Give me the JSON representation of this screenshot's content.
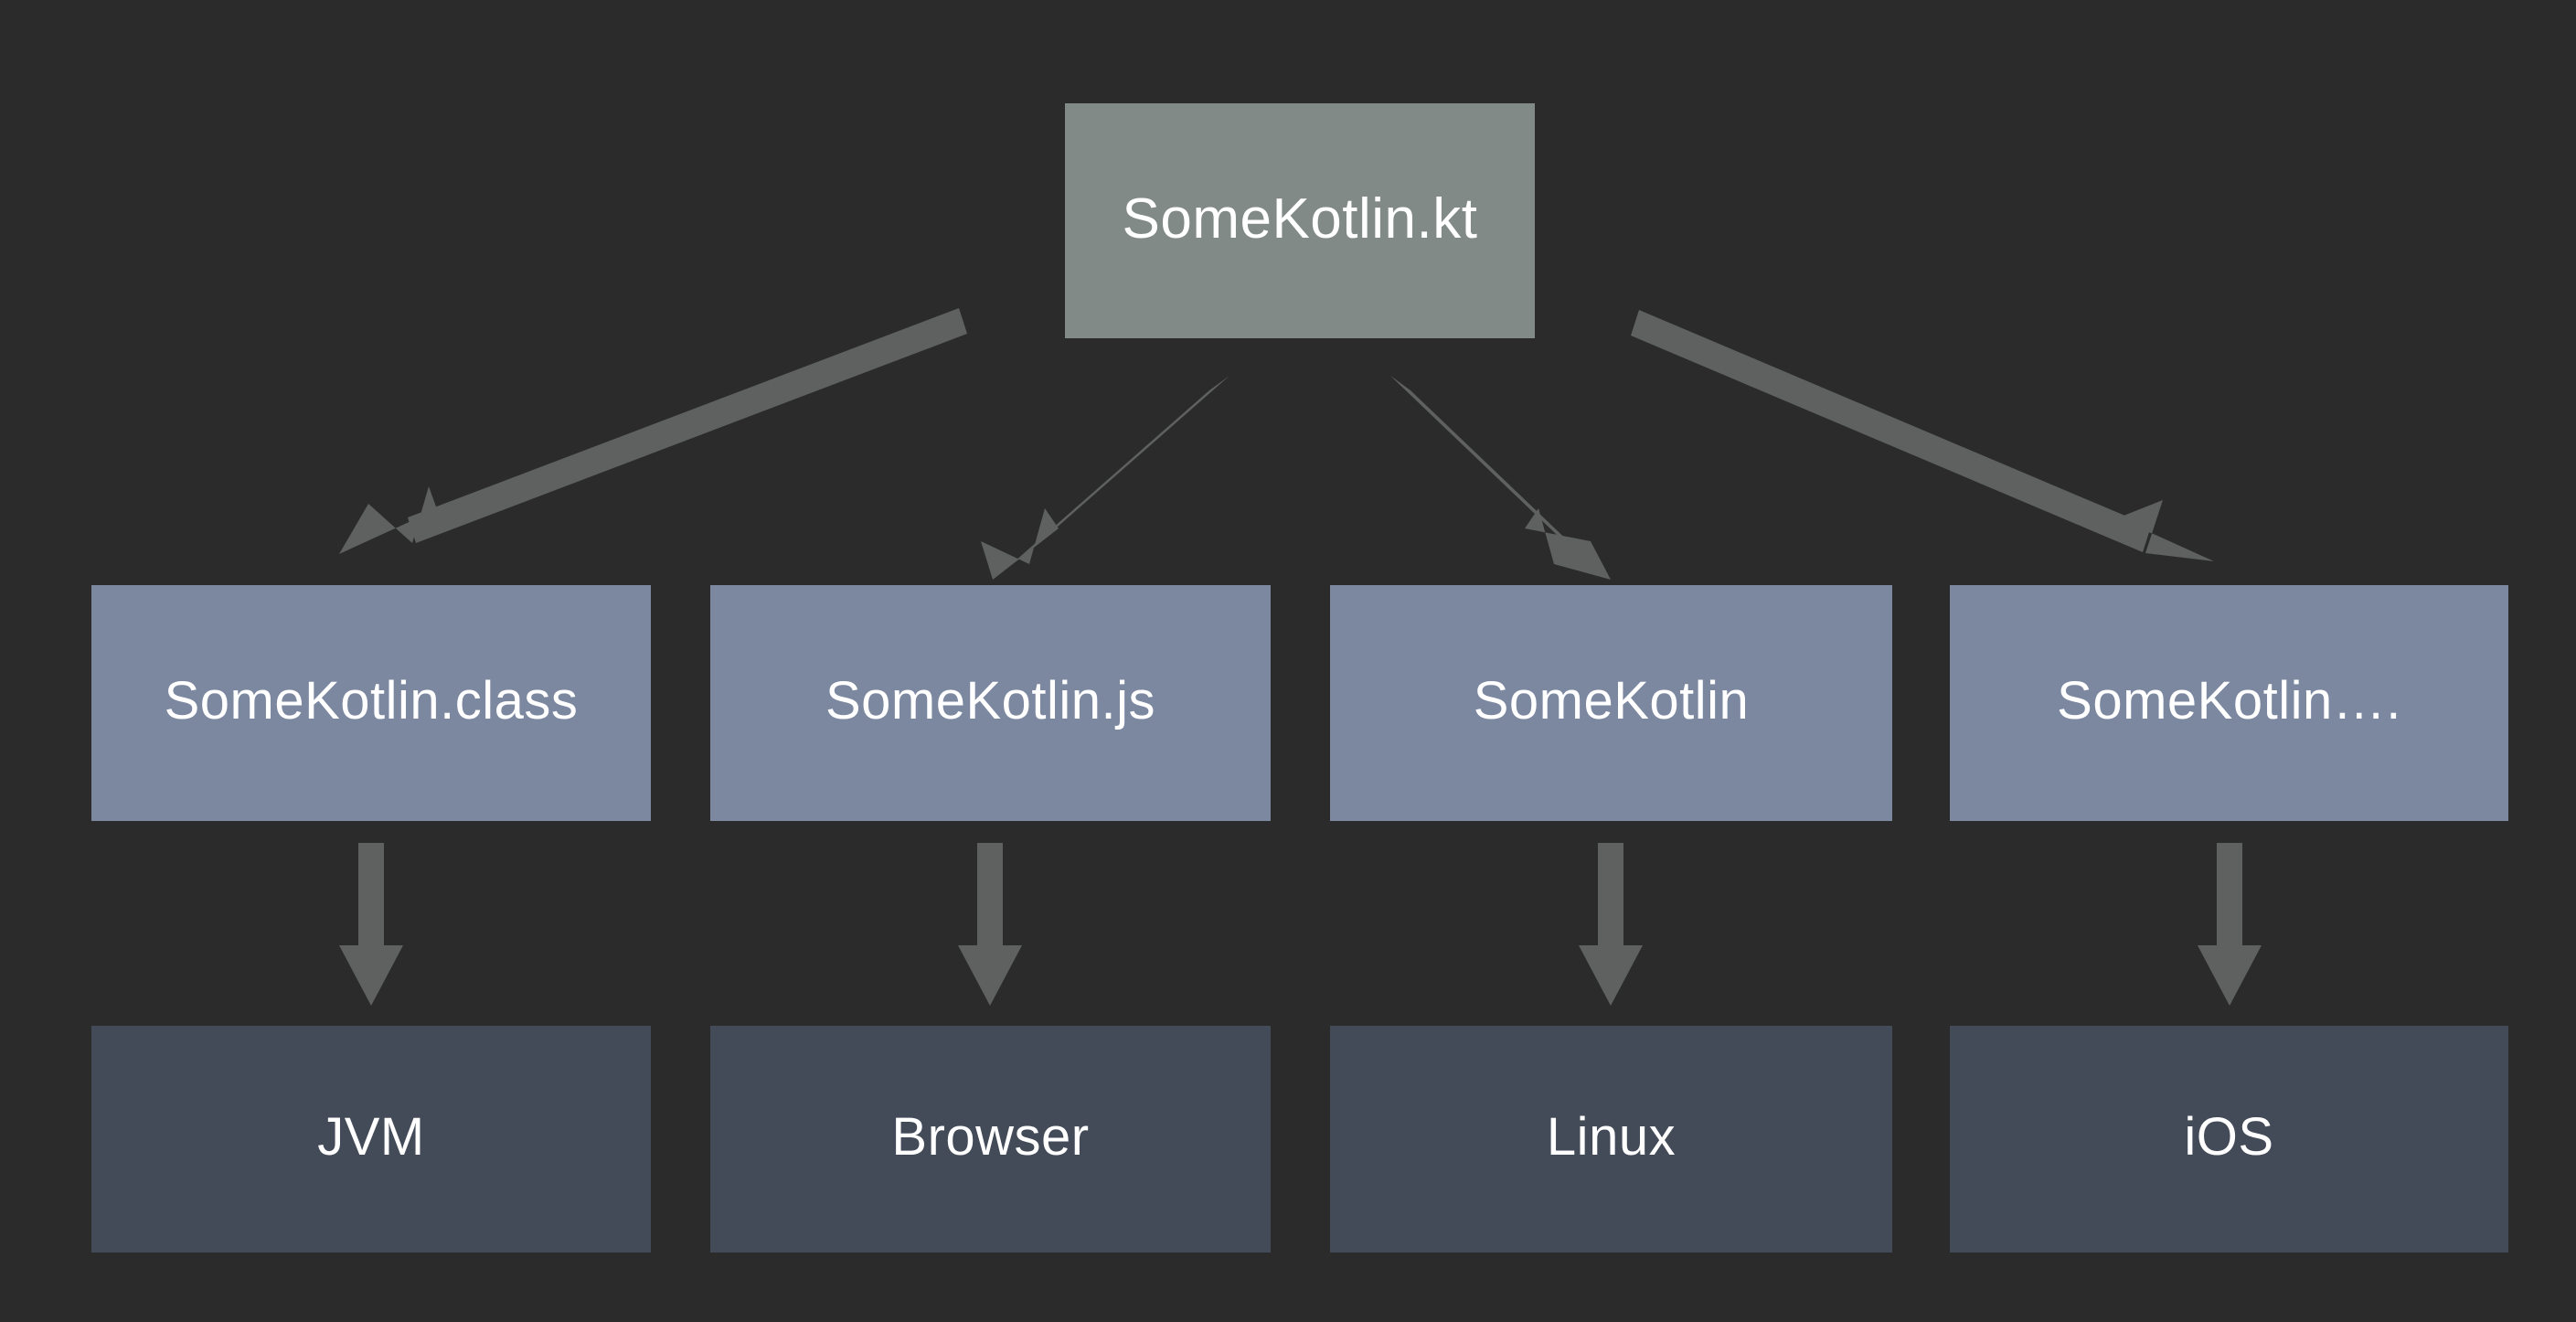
{
  "diagram": {
    "title": "Kotlin multiplatform compilation targets",
    "type": "tree-flowchart",
    "background_color": "#2b2b2b",
    "arrow_color": "#5e6160"
  },
  "source": {
    "label": "SomeKotlin.kt",
    "color": "#828a88",
    "text_color": "#ffffff"
  },
  "artifacts": {
    "color": "#7c87a0",
    "text_color": "#ffffff",
    "items": [
      {
        "label": "SomeKotlin.class"
      },
      {
        "label": "SomeKotlin.js"
      },
      {
        "label": "SomeKotlin"
      },
      {
        "label": "SomeKotlin…."
      }
    ]
  },
  "platforms": {
    "color": "#434a58",
    "text_color": "#ffffff",
    "items": [
      {
        "label": "JVM"
      },
      {
        "label": "Browser"
      },
      {
        "label": "Linux"
      },
      {
        "label": "iOS"
      }
    ]
  },
  "edges": {
    "source_to_artifacts": [
      {
        "from": "SomeKotlin.kt",
        "to": "SomeKotlin.class"
      },
      {
        "from": "SomeKotlin.kt",
        "to": "SomeKotlin.js"
      },
      {
        "from": "SomeKotlin.kt",
        "to": "SomeKotlin"
      },
      {
        "from": "SomeKotlin.kt",
        "to": "SomeKotlin…."
      }
    ],
    "artifacts_to_platforms": [
      {
        "from": "SomeKotlin.class",
        "to": "JVM"
      },
      {
        "from": "SomeKotlin.js",
        "to": "Browser"
      },
      {
        "from": "SomeKotlin",
        "to": "Linux"
      },
      {
        "from": "SomeKotlin….",
        "to": "iOS"
      }
    ]
  }
}
